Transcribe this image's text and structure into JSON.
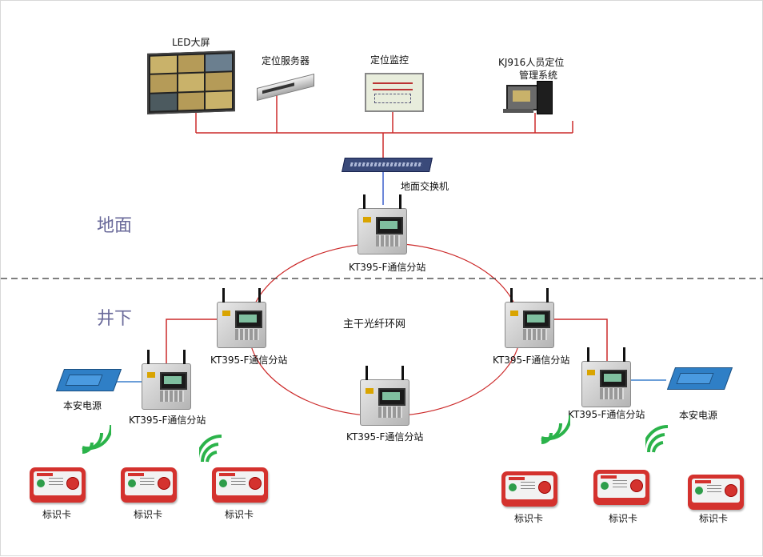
{
  "zones": {
    "ground": "地面",
    "underground": "井下"
  },
  "top_devices": {
    "led": "LED大屏",
    "server": "定位服务器",
    "monitor": "定位监控",
    "system_line1": "KJ916人员定位",
    "system_line2": "管理系统"
  },
  "switch_label": "地面交换机",
  "ring_label": "主干光纤环网",
  "stations": {
    "top": "KT395-F通信分站",
    "left": "KT395-F通信分站",
    "right": "KT395-F通信分站",
    "bottom": "KT395-F通信分站",
    "far_left": "KT395-F通信分站",
    "far_right": "KT395-F通信分站"
  },
  "power": {
    "left": "本安电源",
    "right": "本安电源"
  },
  "cards": {
    "left": [
      "标识卡",
      "标识卡",
      "标识卡"
    ],
    "right": [
      "标识卡",
      "标识卡",
      "标识卡"
    ]
  },
  "colors": {
    "link": "#cc2a2a",
    "signal": "#2bb34a",
    "zone_text": "#6a6a9a"
  }
}
